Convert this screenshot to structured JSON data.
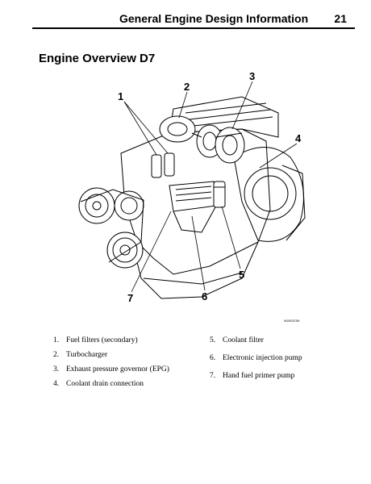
{
  "header": {
    "title": "General Engine Design Information",
    "page_number": "21"
  },
  "section": {
    "title": "Engine Overview D7"
  },
  "figure": {
    "code": "W2003759",
    "callouts": [
      "1",
      "2",
      "3",
      "4",
      "5",
      "6",
      "7"
    ]
  },
  "legend": {
    "left": [
      {
        "num": "1.",
        "label": "Fuel filters (secondary)"
      },
      {
        "num": "2.",
        "label": "Turbocharger"
      },
      {
        "num": "3.",
        "label": "Exhaust pressure governor (EPG)"
      },
      {
        "num": "4.",
        "label": "Coolant drain connection"
      }
    ],
    "right": [
      {
        "num": "5.",
        "label": "Coolant filter"
      },
      {
        "num": "6.",
        "label": "Electronic injection pump"
      },
      {
        "num": "7.",
        "label": "Hand fuel primer pump"
      }
    ]
  }
}
